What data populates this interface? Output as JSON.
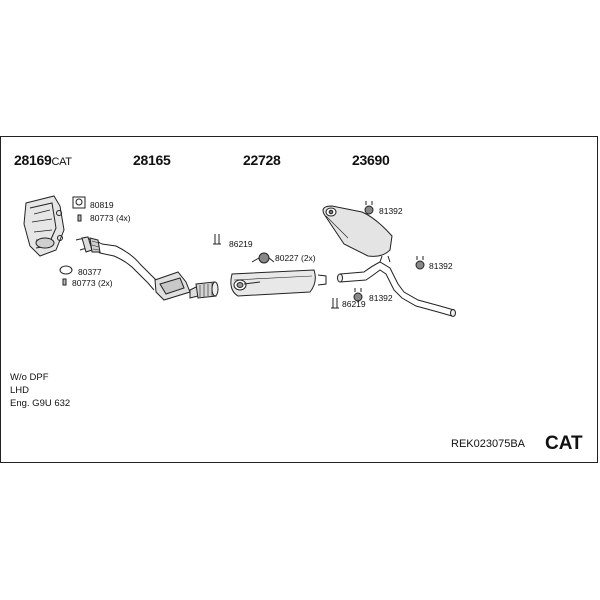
{
  "parts": [
    {
      "number": "28169",
      "suffix": "CAT"
    },
    {
      "number": "28165",
      "suffix": ""
    },
    {
      "number": "22728",
      "suffix": ""
    },
    {
      "number": "23690",
      "suffix": ""
    }
  ],
  "small_parts": {
    "p80819": "80819",
    "p80773_4x": "80773 (4x)",
    "p80377": "80377",
    "p80773_2x": "80773 (2x)",
    "p86219_a": "86219",
    "p80227": "80227 (2x)",
    "p81392_a": "81392",
    "p81392_b": "81392",
    "p81392_c": "81392",
    "p86219_b": "86219"
  },
  "notes": [
    "W/o DPF",
    "LHD",
    "Eng. G9U 632"
  ],
  "footer": {
    "code": "REK023075BA",
    "cat": "CAT"
  }
}
